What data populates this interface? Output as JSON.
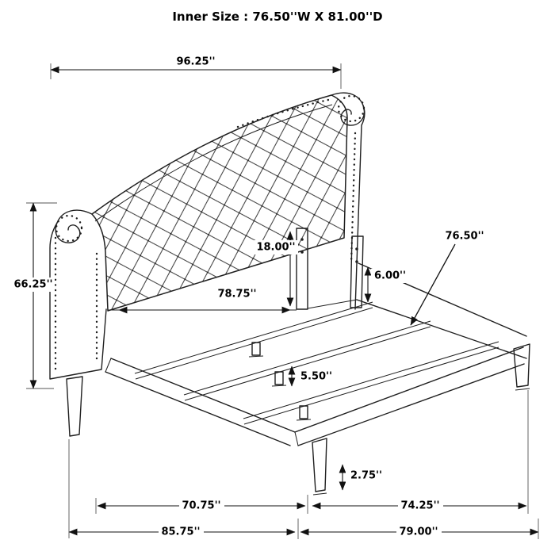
{
  "title": "Inner Size : 76.50''W X 81.00''D",
  "diagram": {
    "subject": "tufted-scroll-headboard-bed-dimension-drawing",
    "line_color": "#1f1f1f",
    "background_color": "#ffffff"
  },
  "dimensions": {
    "headboard_width": "96.25''",
    "headboard_height": "66.25''",
    "headboard_inner_width": "78.75''",
    "bracket_height": "18.00''",
    "rail_height": "6.00''",
    "slat_length": "76.50''",
    "center_support_height": "5.50''",
    "foot_height": "2.75''",
    "base_left_span": "70.75''",
    "base_right_span": "74.25''",
    "overall_left_span": "85.75''",
    "overall_right_span": "79.00''"
  }
}
